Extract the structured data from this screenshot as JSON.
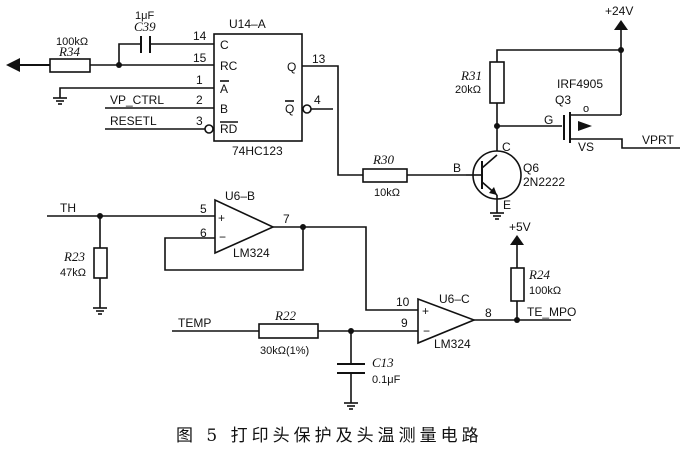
{
  "caption": "图 5  打印头保护及头温测量电路",
  "chips": {
    "u14": {
      "name": "U14–A",
      "part": "74HC123",
      "pins_left": [
        {
          "num": "14",
          "label": "C"
        },
        {
          "num": "15",
          "label": "RC"
        },
        {
          "num": "1",
          "label": "A"
        },
        {
          "num": "2",
          "label": "B"
        },
        {
          "num": "3",
          "label": "RD"
        }
      ],
      "pins_right": [
        {
          "num": "13",
          "label": "Q"
        },
        {
          "num": "4",
          "label": "Q"
        }
      ]
    },
    "u6b": {
      "name": "U6–B",
      "part": "LM324",
      "pin_plus": "5",
      "pin_minus": "6",
      "pin_out": "7",
      "plus_sign": "+",
      "minus_sign": "−"
    },
    "u6c": {
      "name": "U6–C",
      "part": "LM324",
      "pin_plus": "10",
      "pin_minus": "9",
      "pin_out": "8",
      "plus_sign": "+",
      "minus_sign": "−"
    }
  },
  "components": {
    "r34": {
      "ref": "R34",
      "value": "100kΩ"
    },
    "c39": {
      "ref": "C39",
      "value": "1μF"
    },
    "r31": {
      "ref": "R31",
      "value": "20kΩ"
    },
    "r30": {
      "ref": "R30",
      "value": "10kΩ"
    },
    "r23": {
      "ref": "R23",
      "value": "47kΩ"
    },
    "r22": {
      "ref": "R22",
      "value": "30kΩ(1%)"
    },
    "c13": {
      "ref": "C13",
      "value": "0.1μF"
    },
    "r24": {
      "ref": "R24",
      "value": "100kΩ"
    },
    "q3": {
      "ref": "Q3",
      "part": "IRF4905",
      "gate": "G",
      "drain": "o",
      "source": "VS"
    },
    "q6": {
      "ref": "Q6",
      "part": "2N2222",
      "base": "B",
      "collector": "C",
      "emitter": "E"
    }
  },
  "nets": {
    "vp_ctrl": "VP_CTRL",
    "resetl": "RESETL",
    "v24": "+24V",
    "v5": "+5V",
    "vprt": "VPRT",
    "th": "TH",
    "temp": "TEMP",
    "te_mpo": "TE_MPO"
  }
}
